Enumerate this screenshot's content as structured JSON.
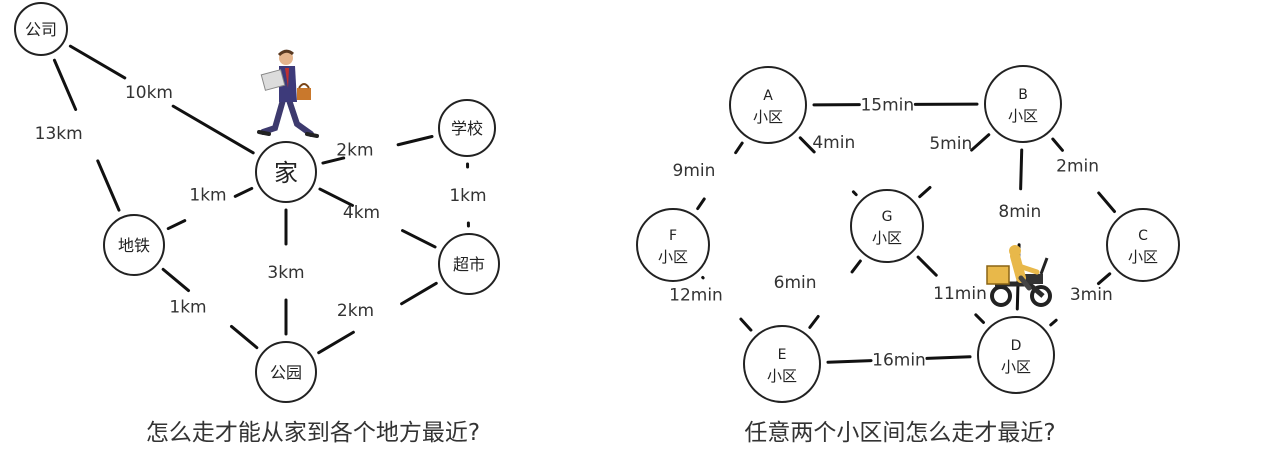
{
  "left_graph": {
    "caption": "怎么走才能从家到各个地方最近?",
    "nodes": [
      {
        "id": "company",
        "lines": [
          "公司"
        ]
      },
      {
        "id": "home",
        "lines": [
          "家"
        ]
      },
      {
        "id": "school",
        "lines": [
          "学校"
        ]
      },
      {
        "id": "subway",
        "lines": [
          "地铁"
        ]
      },
      {
        "id": "supermarket",
        "lines": [
          "超市"
        ]
      },
      {
        "id": "park",
        "lines": [
          "公园"
        ]
      }
    ],
    "edges": [
      {
        "from": "company",
        "to": "home",
        "label": "10km"
      },
      {
        "from": "company",
        "to": "subway",
        "label": "13km"
      },
      {
        "from": "home",
        "to": "school",
        "label": "2km"
      },
      {
        "from": "home",
        "to": "subway",
        "label": "1km"
      },
      {
        "from": "home",
        "to": "supermarket",
        "label": "4km"
      },
      {
        "from": "home",
        "to": "park",
        "label": "3km"
      },
      {
        "from": "school",
        "to": "supermarket",
        "label": "1km"
      },
      {
        "from": "subway",
        "to": "park",
        "label": "1km"
      },
      {
        "from": "supermarket",
        "to": "park",
        "label": "2km"
      }
    ]
  },
  "right_graph": {
    "caption": "任意两个小区间怎么走才最近?",
    "nodes": [
      {
        "id": "A",
        "lines": [
          "A",
          "小区"
        ]
      },
      {
        "id": "B",
        "lines": [
          "B",
          "小区"
        ]
      },
      {
        "id": "C",
        "lines": [
          "C",
          "小区"
        ]
      },
      {
        "id": "D",
        "lines": [
          "D",
          "小区"
        ]
      },
      {
        "id": "E",
        "lines": [
          "E",
          "小区"
        ]
      },
      {
        "id": "F",
        "lines": [
          "F",
          "小区"
        ]
      },
      {
        "id": "G",
        "lines": [
          "G",
          "小区"
        ]
      }
    ],
    "edges": [
      {
        "from": "A",
        "to": "B",
        "label": "15min"
      },
      {
        "from": "A",
        "to": "F",
        "label": "9min"
      },
      {
        "from": "A",
        "to": "G",
        "label": "4min"
      },
      {
        "from": "B",
        "to": "G",
        "label": "5min"
      },
      {
        "from": "B",
        "to": "D",
        "label": "8min"
      },
      {
        "from": "B",
        "to": "C",
        "label": "2min"
      },
      {
        "from": "C",
        "to": "D",
        "label": "3min"
      },
      {
        "from": "G",
        "to": "E",
        "label": "6min"
      },
      {
        "from": "G",
        "to": "D",
        "label": "11min"
      },
      {
        "from": "F",
        "to": "E",
        "label": "12min"
      },
      {
        "from": "E",
        "to": "D",
        "label": "16min"
      }
    ]
  },
  "icons": {
    "walker": "walking-businessman-icon",
    "courier": "delivery-scooter-icon"
  },
  "colors": {
    "stroke": "#111111",
    "node_fill": "#ffffff",
    "courier_yellow": "#e8b84a"
  }
}
